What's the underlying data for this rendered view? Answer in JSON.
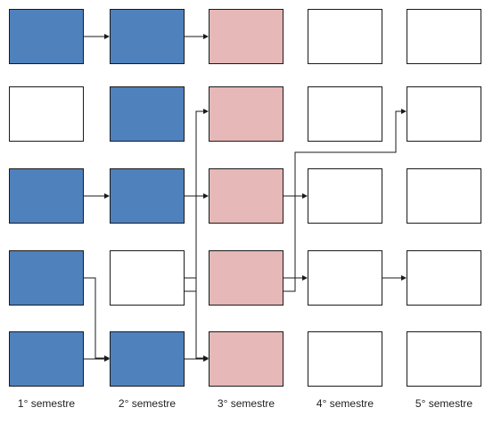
{
  "colors": {
    "completed": "#4f81bd",
    "current": "#e6b8b7",
    "pending": "#ffffff",
    "border": "#1a1a1a"
  },
  "semesters": [
    {
      "label": "1° semestre"
    },
    {
      "label": "2° semestre"
    },
    {
      "label": "3° semestre"
    },
    {
      "label": "4° semestre"
    },
    {
      "label": "5° semestre"
    }
  ],
  "grid": [
    [
      "completed",
      "completed",
      "current",
      "pending",
      "pending"
    ],
    [
      "pending",
      "completed",
      "current",
      "pending",
      "pending"
    ],
    [
      "completed",
      "completed",
      "current",
      "pending",
      "pending"
    ],
    [
      "completed",
      "pending",
      "current",
      "pending",
      "pending"
    ],
    [
      "completed",
      "completed",
      "current",
      "pending",
      "pending"
    ]
  ],
  "prerequisites": [
    {
      "from": [
        0,
        0
      ],
      "to": [
        0,
        1
      ]
    },
    {
      "from": [
        0,
        1
      ],
      "to": [
        0,
        2
      ]
    },
    {
      "from": [
        2,
        0
      ],
      "to": [
        2,
        1
      ]
    },
    {
      "from": [
        2,
        1
      ],
      "to": [
        2,
        2
      ]
    },
    {
      "from": [
        3,
        1
      ],
      "to": [
        1,
        2
      ]
    },
    {
      "from": [
        2,
        2
      ],
      "to": [
        2,
        3
      ]
    },
    {
      "from": [
        3,
        2
      ],
      "to": [
        1,
        4
      ]
    },
    {
      "from": [
        3,
        0
      ],
      "to": [
        4,
        1
      ]
    },
    {
      "from": [
        4,
        0
      ],
      "to": [
        4,
        1
      ]
    },
    {
      "from": [
        3,
        1
      ],
      "to": [
        4,
        2
      ]
    },
    {
      "from": [
        4,
        1
      ],
      "to": [
        4,
        2
      ]
    },
    {
      "from": [
        3,
        2
      ],
      "to": [
        3,
        3
      ]
    },
    {
      "from": [
        3,
        3
      ],
      "to": [
        3,
        4
      ]
    }
  ]
}
